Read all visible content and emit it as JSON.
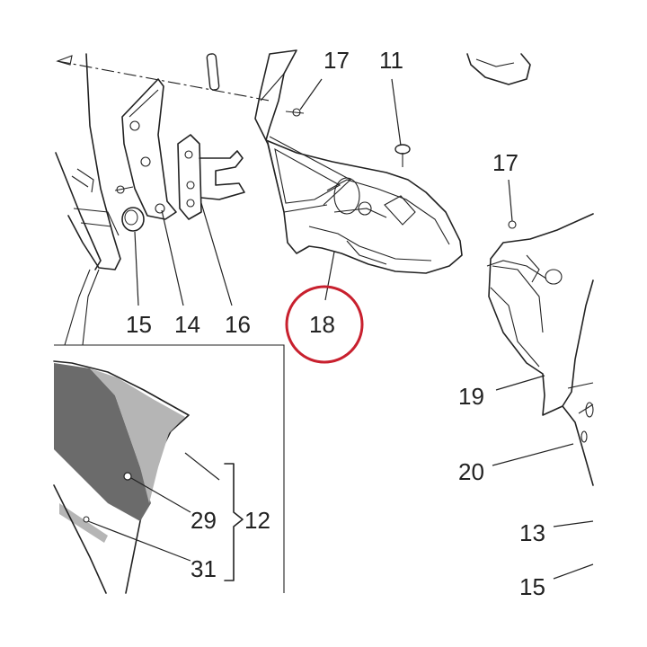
{
  "labels": {
    "l17a": "17",
    "l11": "11",
    "l17b": "17",
    "l15a": "15",
    "l14": "14",
    "l16": "16",
    "l18": "18",
    "l19": "19",
    "l20": "20",
    "l13": "13",
    "l15b": "15",
    "l29": "29",
    "l31": "31",
    "l12": "12"
  },
  "colors": {
    "highlight": "#c8202e",
    "line": "#222222",
    "dark_grey": "#6b6b6b",
    "light_grey": "#b5b5b5"
  }
}
